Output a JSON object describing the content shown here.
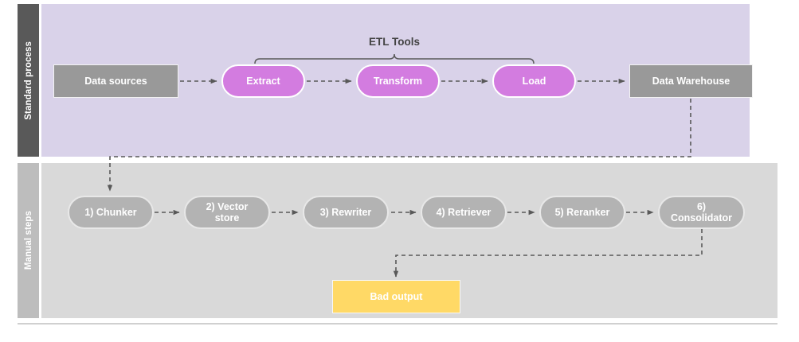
{
  "diagram": {
    "type": "flowchart",
    "lanes": [
      {
        "id": "standard-process",
        "label": "Standard process",
        "header_color": "#595959",
        "body_color": "#d9d2e9",
        "nodes": [
          {
            "id": "data-sources",
            "label": "Data sources",
            "shape": "rect",
            "color": "#999999"
          },
          {
            "id": "extract",
            "label": "Extract",
            "shape": "pill",
            "color": "#d37ce0"
          },
          {
            "id": "transform",
            "label": "Transform",
            "shape": "pill",
            "color": "#d37ce0"
          },
          {
            "id": "load",
            "label": "Load",
            "shape": "pill",
            "color": "#d37ce0"
          },
          {
            "id": "data-warehouse",
            "label": "Data Warehouse",
            "shape": "rect",
            "color": "#999999"
          }
        ],
        "group_label": "ETL Tools"
      },
      {
        "id": "manual-steps",
        "label": "Manual steps",
        "header_color": "#bdbdbd",
        "body_color": "#d9d9d9",
        "nodes": [
          {
            "id": "chunker",
            "label": "1) Chunker",
            "shape": "pill",
            "color": "#b3b3b3"
          },
          {
            "id": "vector-store",
            "label": "2) Vector store",
            "shape": "pill",
            "color": "#b3b3b3"
          },
          {
            "id": "rewriter",
            "label": "3) Rewriter",
            "shape": "pill",
            "color": "#b3b3b3"
          },
          {
            "id": "retriever",
            "label": "4) Retriever",
            "shape": "pill",
            "color": "#b3b3b3"
          },
          {
            "id": "reranker",
            "label": "5) Reranker",
            "shape": "pill",
            "color": "#b3b3b3"
          },
          {
            "id": "consolidator",
            "label": "6) Consolidator",
            "shape": "pill",
            "color": "#b3b3b3"
          },
          {
            "id": "bad-output",
            "label": "Bad output",
            "shape": "rect",
            "color": "#ffd966"
          }
        ]
      }
    ],
    "edges": [
      {
        "from": "data-sources",
        "to": "extract",
        "style": "dashed"
      },
      {
        "from": "extract",
        "to": "transform",
        "style": "dashed"
      },
      {
        "from": "transform",
        "to": "load",
        "style": "dashed"
      },
      {
        "from": "load",
        "to": "data-warehouse",
        "style": "dashed"
      },
      {
        "from": "data-warehouse",
        "to": "chunker",
        "style": "dashed"
      },
      {
        "from": "chunker",
        "to": "vector-store",
        "style": "dashed"
      },
      {
        "from": "vector-store",
        "to": "rewriter",
        "style": "dashed"
      },
      {
        "from": "rewriter",
        "to": "retriever",
        "style": "dashed"
      },
      {
        "from": "retriever",
        "to": "reranker",
        "style": "dashed"
      },
      {
        "from": "reranker",
        "to": "consolidator",
        "style": "dashed"
      },
      {
        "from": "consolidator",
        "to": "bad-output",
        "style": "dashed"
      }
    ],
    "colors": {
      "arrow": "#595959",
      "brace": "#595959",
      "node_text": "#ffffff",
      "label_text": "#434343",
      "canvas": "#ffffff"
    }
  }
}
